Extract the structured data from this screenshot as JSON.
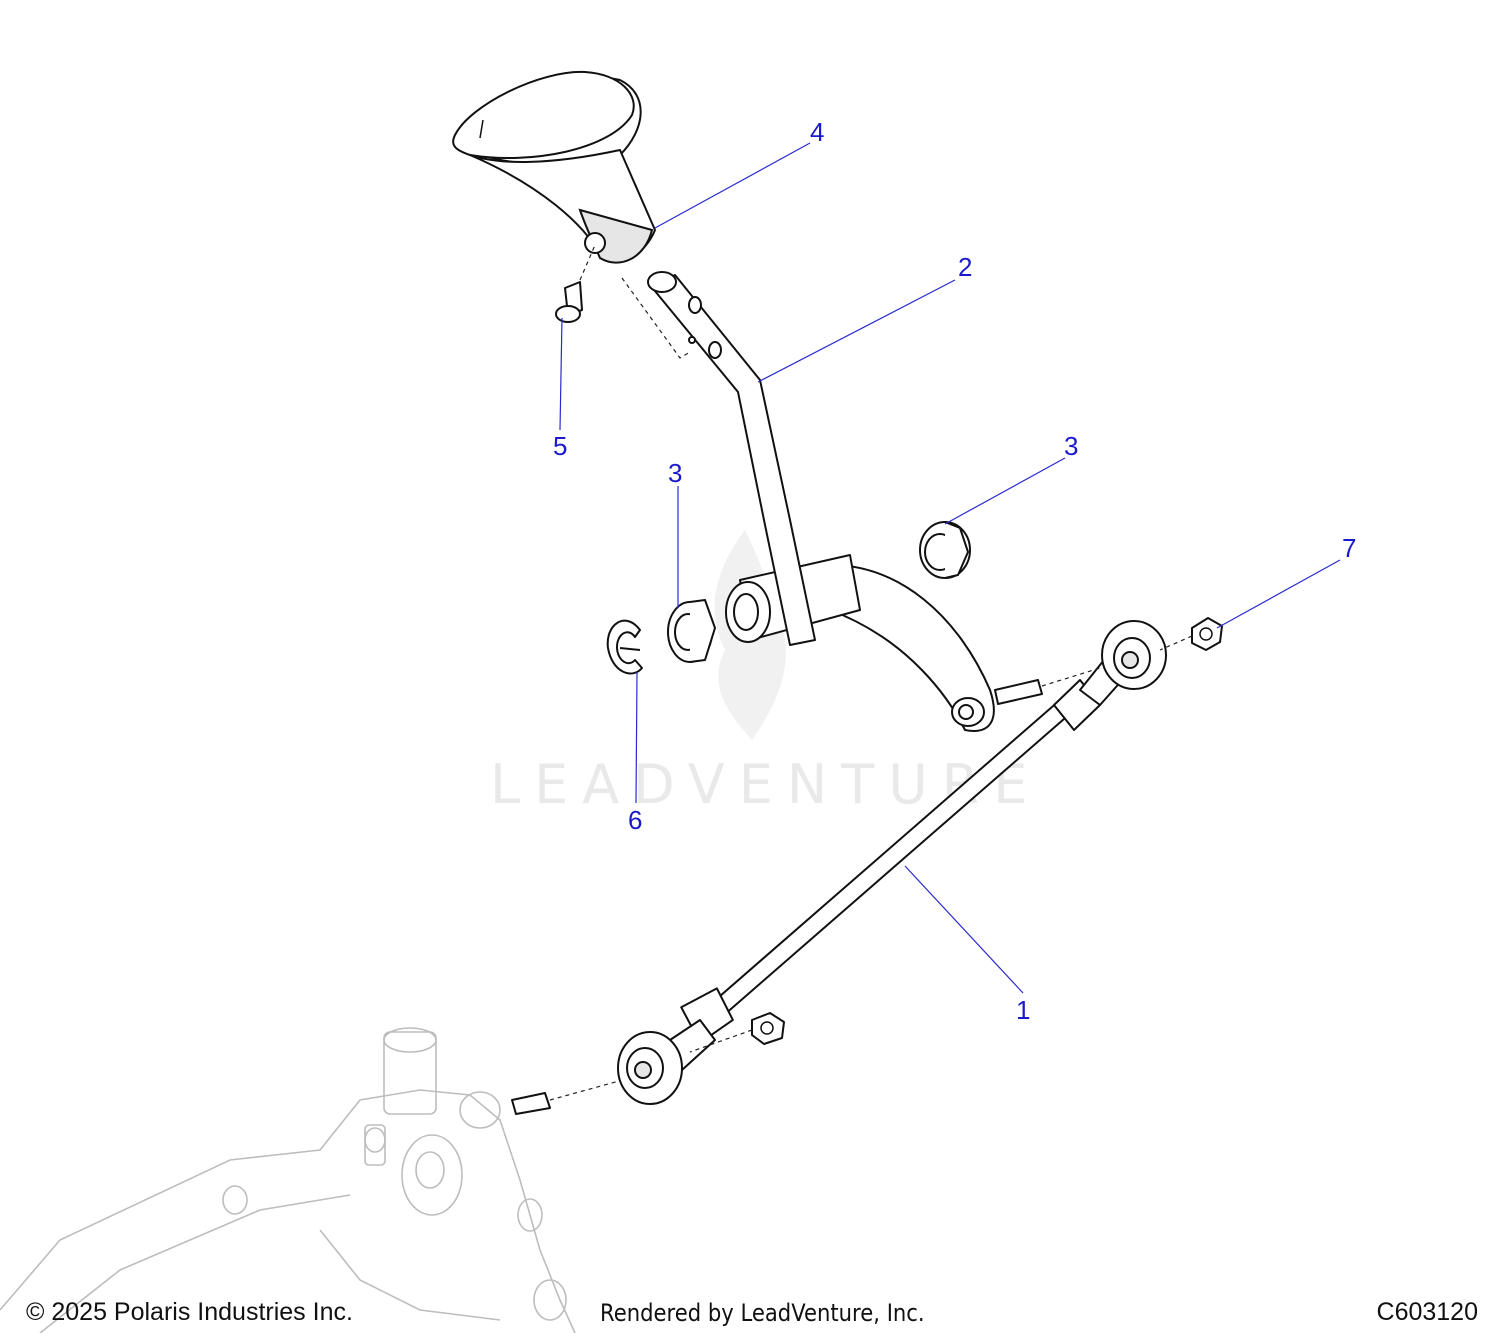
{
  "watermark": {
    "text": "LEADVENTURE"
  },
  "callouts": [
    {
      "id": "c1",
      "label": "1"
    },
    {
      "id": "c2",
      "label": "2"
    },
    {
      "id": "c3a",
      "label": "3"
    },
    {
      "id": "c3b",
      "label": "3"
    },
    {
      "id": "c4",
      "label": "4"
    },
    {
      "id": "c5",
      "label": "5"
    },
    {
      "id": "c6",
      "label": "6"
    },
    {
      "id": "c7",
      "label": "7"
    }
  ],
  "footer": {
    "copyright": "© 2025 Polaris Industries Inc.",
    "rendered_by": "Rendered by LeadVenture, Inc.",
    "diagram_code": "C603120"
  },
  "colors": {
    "callout": "#1a1acc",
    "line": "#111111",
    "watermark": "#e9e9e9"
  }
}
